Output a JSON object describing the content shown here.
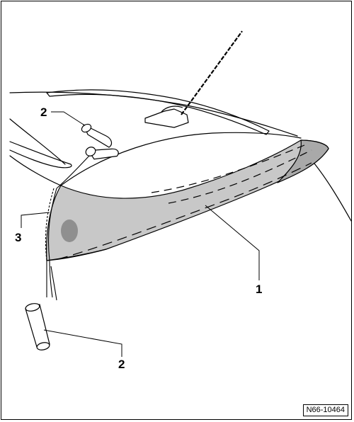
{
  "callouts": {
    "spoiler": "1",
    "cylinder_top": "2",
    "cylinder_bottom": "2",
    "tape": "3"
  },
  "figure_code": "N66-10464",
  "colors": {
    "line": "#000000",
    "spoiler_fill": "#c8c8c8",
    "spoiler_dark": "#8f8f8f",
    "background": "#ffffff"
  },
  "icons": {
    "antenna": "roof-antenna-icon",
    "cylinder": "adhesive-cylinder-icon"
  }
}
